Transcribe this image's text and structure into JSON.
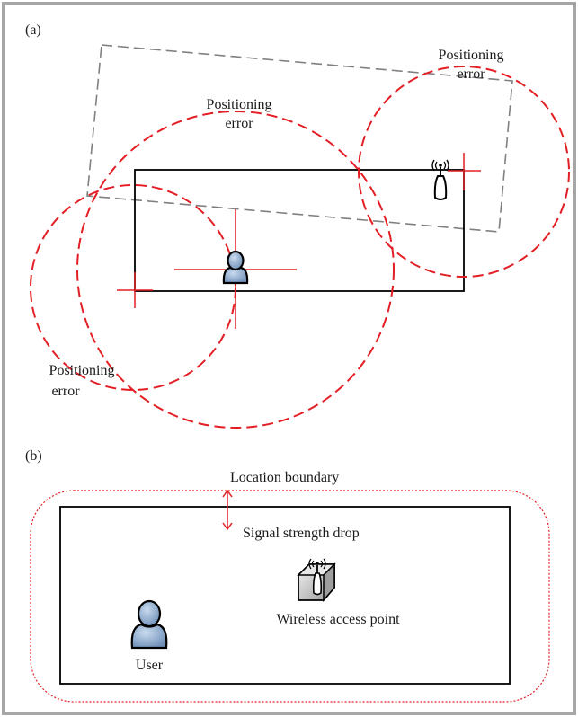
{
  "panel_a": {
    "label": "(a)",
    "error_label_top_right": [
      "Positioning",
      "error"
    ],
    "error_label_middle": [
      "Positioning",
      "error"
    ],
    "error_label_bottom_left": [
      "Positioning",
      "error"
    ]
  },
  "panel_b": {
    "label": "(b)",
    "location_boundary_label": "Location boundary",
    "signal_drop_label": "Signal strength drop",
    "access_point_label": "Wireless access point",
    "user_label": "User"
  },
  "colors": {
    "frame": "#a6a6a6",
    "error_circle": "#e31e24",
    "dashed_rect": "#808080",
    "room": "#000000",
    "user_fill": "#8fa9c9",
    "boundary": "#e31e24"
  },
  "icons": {
    "user": "user-icon",
    "access_point": "wireless-access-point-icon",
    "router_box": "router-box-icon"
  }
}
